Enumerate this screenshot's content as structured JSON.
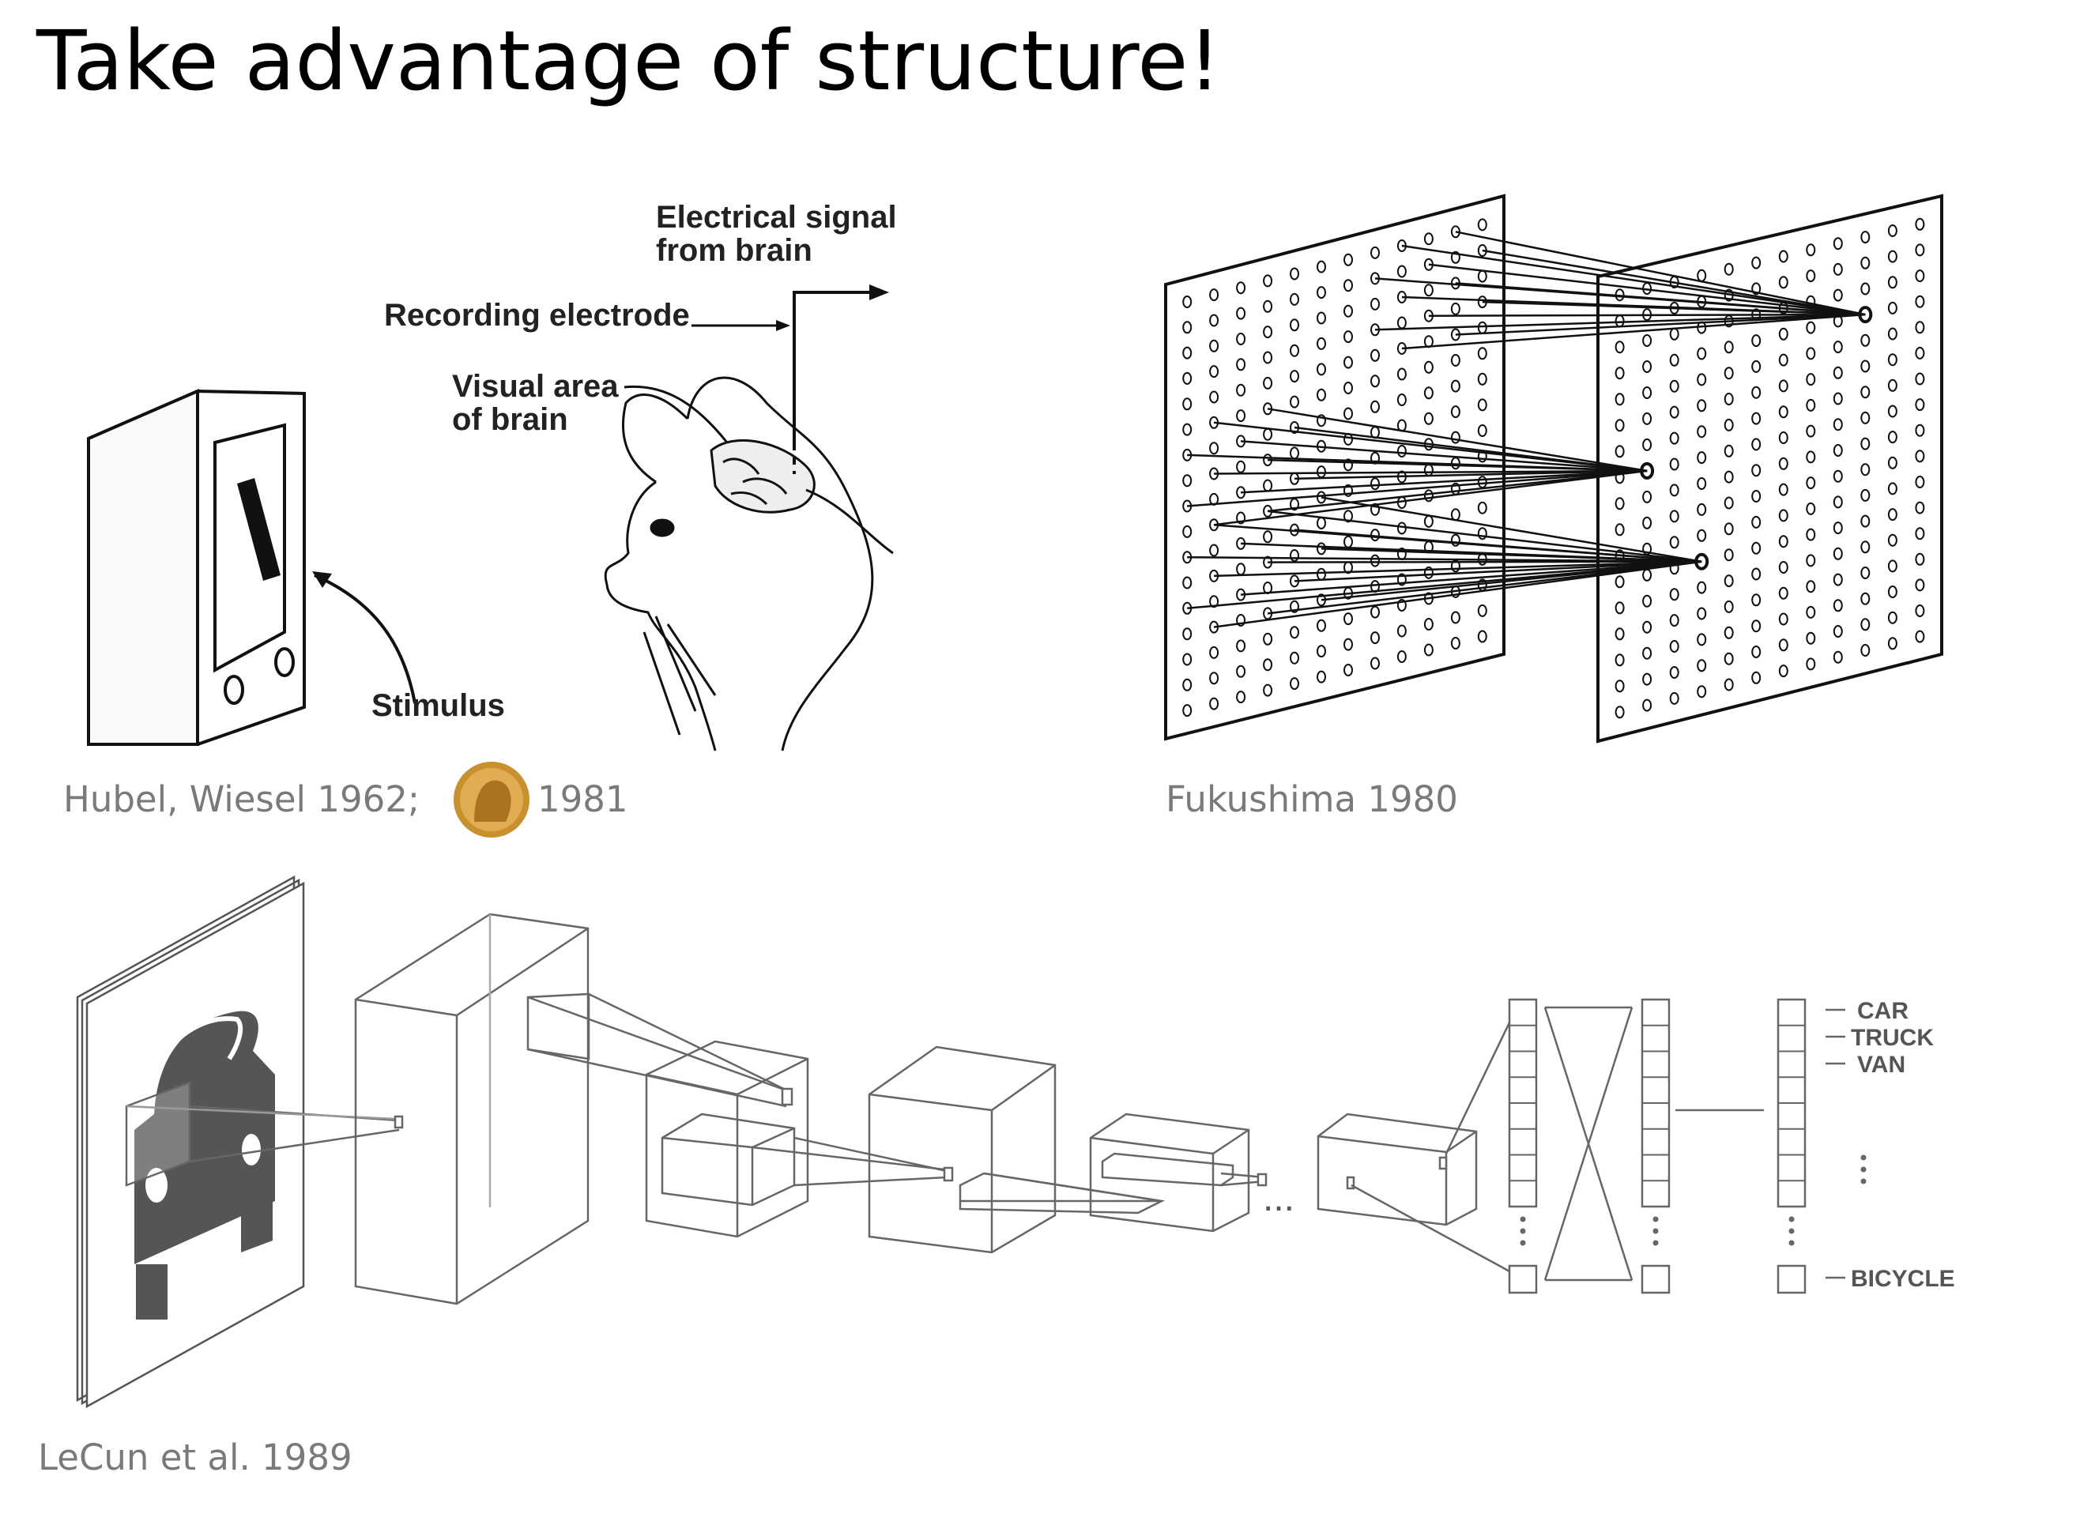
{
  "slide": {
    "title": "Take advantage of structure!"
  },
  "hubel_wiesel": {
    "caption": "Hubel, Wiesel 1962;",
    "nobel_year": "1981",
    "labels": {
      "signal_line1": "Electrical signal",
      "signal_line2": "from brain",
      "electrode": "Recording electrode",
      "visual_line1": "Visual area",
      "visual_line2": "of brain",
      "stimulus": "Stimulus"
    }
  },
  "fukushima": {
    "caption": "Fukushima 1980"
  },
  "lecun": {
    "caption": "LeCun et al. 1989",
    "ellipsis": "...",
    "classes": [
      "CAR",
      "TRUCK",
      "VAN"
    ],
    "last_class": "BICYCLE"
  },
  "colors": {
    "caption": "#7a7a7a",
    "diagram_line": "#666666",
    "ink": "#111111",
    "medal": "#c9902e"
  }
}
